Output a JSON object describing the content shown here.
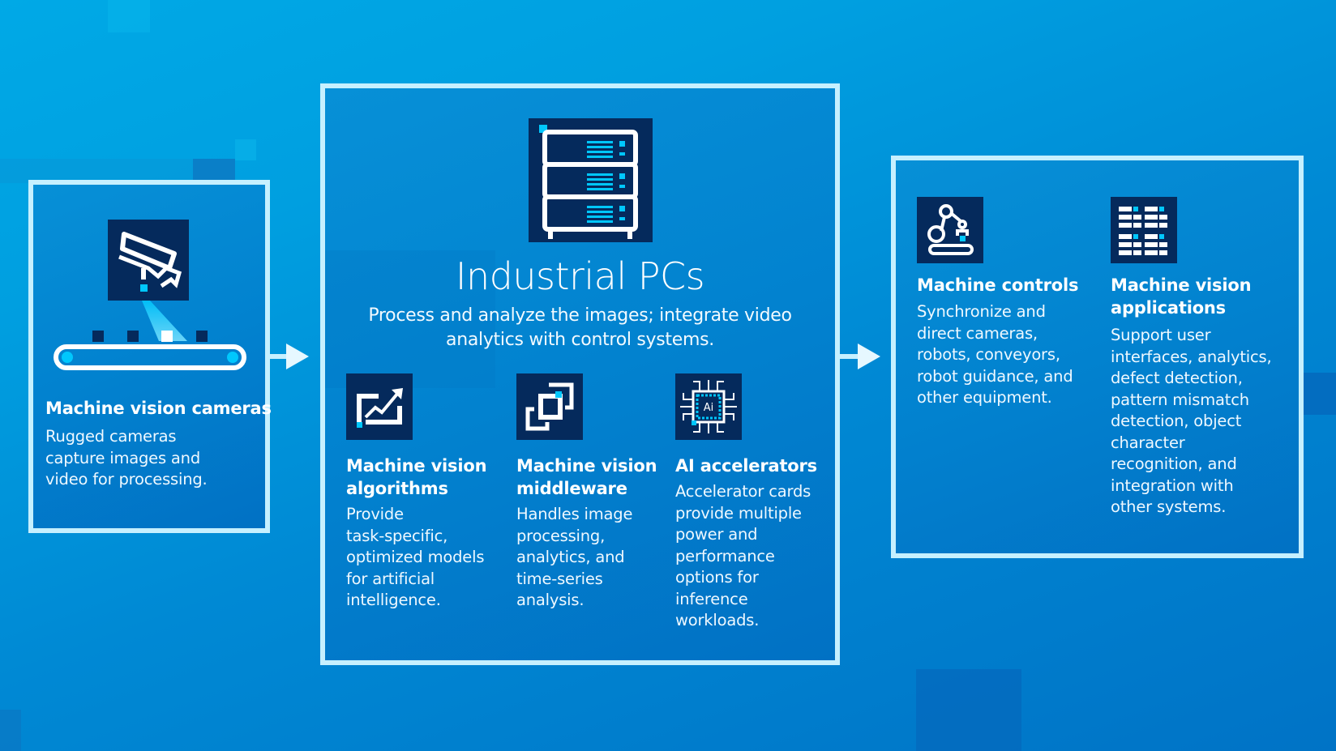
{
  "colors": {
    "accent": "#00c7fd",
    "icon_bg": "#052a5c",
    "border": "#c6f0ff",
    "background": "#0091d9"
  },
  "cameras": {
    "icon": "security-camera-conveyor-icon",
    "heading": "Machine vision cameras",
    "body": "Rugged cameras capture images and video for processing."
  },
  "industrial_pcs": {
    "icon": "server-rack-icon",
    "title": "Industrial PCs",
    "subtitle_line1": "Process and analyze the images; integrate video",
    "subtitle_line2": "analytics with control systems.",
    "items": [
      {
        "icon": "trend-chart-icon",
        "heading_line1": "Machine vision",
        "heading_line2": "algorithms",
        "body": [
          "Provide",
          "task-specific,",
          "optimized models",
          "for artificial",
          "intelligence."
        ]
      },
      {
        "icon": "overlapping-squares-icon",
        "heading_line1": "Machine vision",
        "heading_line2": "middleware",
        "body": [
          "Handles image",
          "processing,",
          "analytics, and",
          "time-series",
          "analysis."
        ]
      },
      {
        "icon": "ai-chip-icon",
        "chip_label": "Ai",
        "heading_line1": "AI accelerators",
        "body": [
          "Accelerator cards",
          "provide multiple",
          "power and",
          "performance",
          "options for",
          "inference",
          "workloads."
        ]
      }
    ]
  },
  "outputs": {
    "items": [
      {
        "icon": "robot-arm-icon",
        "heading_line1": "Machine controls",
        "body": [
          "Synchronize and",
          "direct cameras,",
          "robots, conveyors,",
          "robot guidance, and",
          "other equipment."
        ]
      },
      {
        "icon": "data-grid-icon",
        "heading_line1": "Machine vision",
        "heading_line2": "applications",
        "body": [
          "Support user",
          "interfaces, analytics,",
          "defect detection,",
          "pattern mismatch",
          "detection, object",
          "character",
          "recognition, and",
          "integration with",
          "other systems."
        ]
      }
    ]
  }
}
